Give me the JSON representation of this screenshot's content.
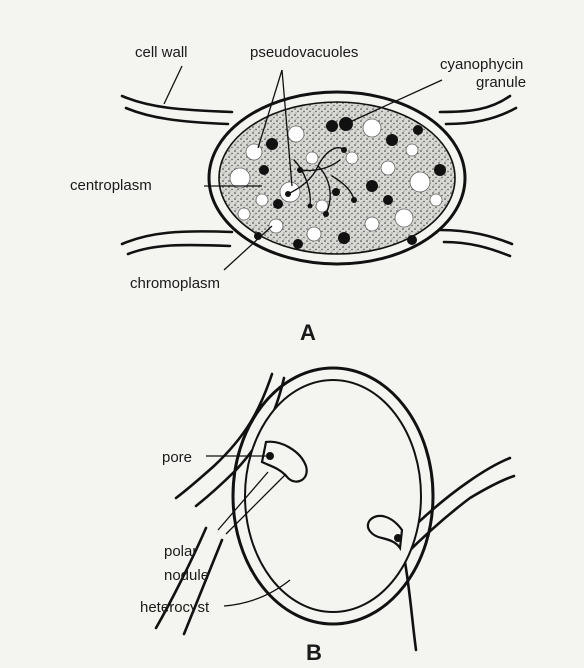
{
  "diagram_a": {
    "labels": {
      "cell_wall": "cell wall",
      "pseudovacuoles": "pseudovacuoles",
      "cyanophycin_line1": "cyanophycin",
      "cyanophycin_line2": "granule",
      "centroplasm": "centroplasm",
      "chromoplasm": "chromoplasm"
    },
    "caption": "A"
  },
  "diagram_b": {
    "labels": {
      "pore": "pore",
      "polar_line1": "polar",
      "polar_line2": "nodule",
      "heterocyst": "heterocyst"
    },
    "caption": "B"
  }
}
